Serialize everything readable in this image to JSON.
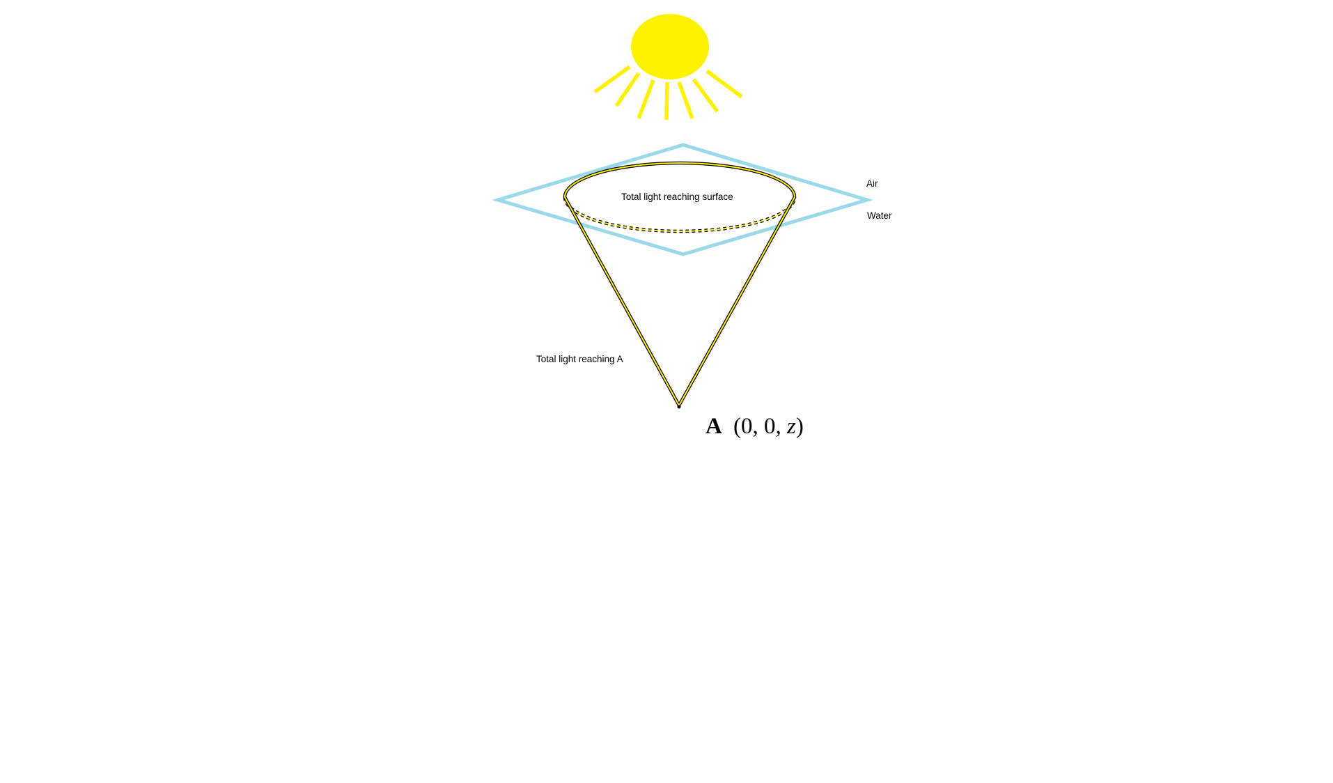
{
  "labels": {
    "air": "Air",
    "water": "Water",
    "surface_light": "Total light reaching surface",
    "light_at_a": "Total light reaching A",
    "point_name": "A",
    "coord_open": "(0, 0, ",
    "coord_var": "z",
    "coord_close": ")"
  },
  "colors": {
    "sun": "#FFF200",
    "surface_plane": "#99D9EA",
    "cone_outline": "#000000",
    "background": "#FFFFFF"
  },
  "icons": {
    "sun": "sun-icon"
  }
}
